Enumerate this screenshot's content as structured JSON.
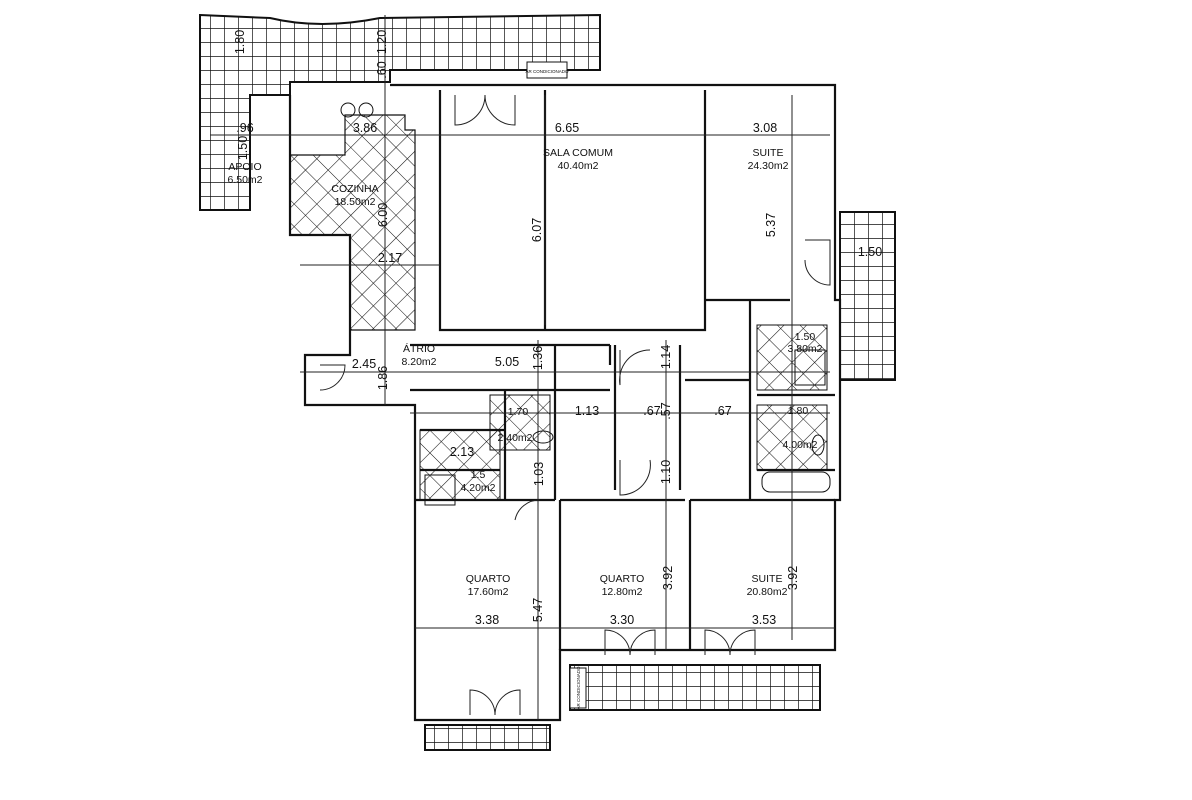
{
  "plan": {
    "rooms": {
      "apoio": {
        "name": "APOIO",
        "area": "6.50m2"
      },
      "cozinha": {
        "name": "COZINHA",
        "area": "18.50m2"
      },
      "sala": {
        "name": "SALA COMUM",
        "area": "40.40m2"
      },
      "suite1": {
        "name": "SUITE",
        "area": "24.30m2"
      },
      "atrio": {
        "name": "ÁTRIO",
        "area": "8.20m2"
      },
      "wc1": {
        "name": "1.50",
        "area": "3.80m2"
      },
      "wc2": {
        "name": "1.70",
        "area": "2.40m2"
      },
      "wc3": {
        "name": "1.5",
        "area": "4.20m2"
      },
      "wc4": {
        "name": "1.80",
        "area": "4.00m2"
      },
      "quarto1": {
        "name": "QUARTO",
        "area": "17.60m2"
      },
      "quarto2": {
        "name": "QUARTO",
        "area": "12.80m2"
      },
      "suite2": {
        "name": "SUITE",
        "area": "20.80m2"
      }
    },
    "dimensions": {
      "d180a": "1.80",
      "d120": "1.20",
      "d60": ".60",
      "d96": ".96",
      "d150a": "1.50",
      "d386": "3.86",
      "d600": "6.00",
      "d217": "2.17",
      "d665": "6.65",
      "d607": "6.07",
      "d308": "3.08",
      "d537": "5.37",
      "d150b": "1.50",
      "d245": "2.45",
      "d505": "5.05",
      "d136": "1.36",
      "d114": "1.14",
      "d186": "1.86",
      "d113": "1.13",
      "d67a": ".67",
      "d57": ".57",
      "d67b": ".67",
      "d213": "2.13",
      "d103": "1.03",
      "d110": "1.10",
      "d338": "3.38",
      "d547": "5.47",
      "d330": "3.30",
      "d392a": "3.92",
      "d353": "3.53",
      "d392b": "3.92"
    },
    "ac_label": "AR CONDICIONADO"
  }
}
